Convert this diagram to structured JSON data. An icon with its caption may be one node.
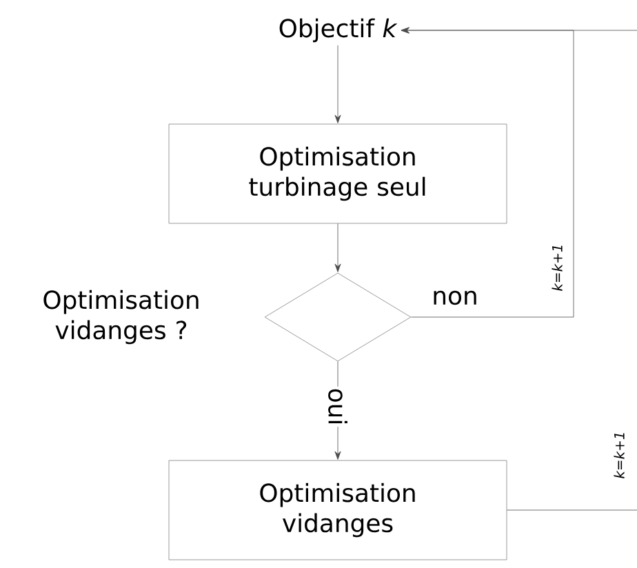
{
  "diagram": {
    "nodes": [
      {
        "text": [
          "Objectif *k*"
        ]
      },
      {
        "text": [
          "Optimisation turbinage seul"
        ]
      },
      {
        "text": [],
        "shape": "diamond",
        "beside": [
          "Optimisation vidanges ?"
        ]
      },
      {
        "text": [
          "Optimisation vidanges"
        ]
      }
    ],
    "edges": [
      {
        "from": 0,
        "to": 1,
        "arrow": "to"
      },
      {
        "from": 1,
        "to": 2,
        "arrow": "to"
      },
      {
        "from": 2,
        "to": 3,
        "arrow": "to",
        "label": "oui"
      },
      {
        "from": 2,
        "to": 0,
        "arrow": "to",
        "label": "non"
      },
      {
        "from": 3,
        "to": null,
        "arrow": "none",
        "label": "k=k+1"
      },
      {
        "from": null,
        "to": 0,
        "arrow": "to"
      }
    ],
    "labels": [
      "k=k+1"
    ]
  }
}
